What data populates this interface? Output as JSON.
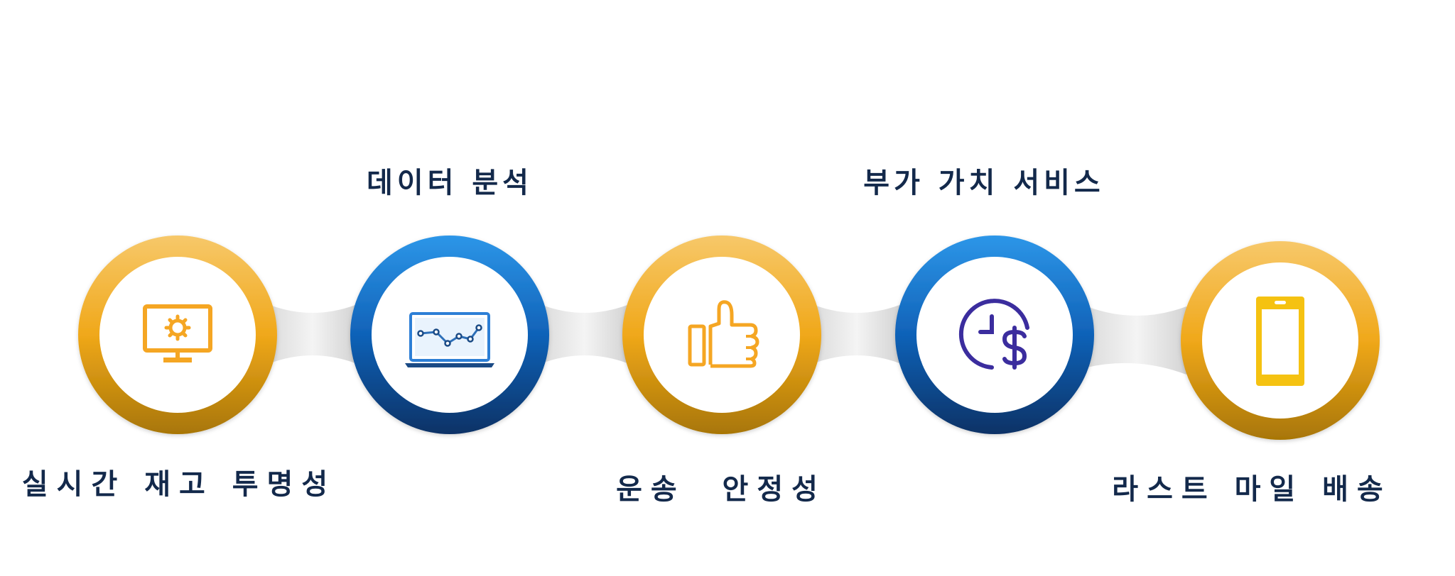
{
  "steps": [
    {
      "label": "실시간 재고 투명성",
      "icon": "monitor-gear-icon",
      "ring": "gold",
      "position": "bottom"
    },
    {
      "label": "데이터 분석",
      "icon": "laptop-chart-icon",
      "ring": "blue",
      "position": "top"
    },
    {
      "label": "운송  안정성",
      "icon": "thumbs-up-icon",
      "ring": "gold",
      "position": "bottom"
    },
    {
      "label": "부가 가치 서비스",
      "icon": "clock-dollar-icon",
      "ring": "blue",
      "position": "top"
    },
    {
      "label": "라스트 마일 배송",
      "icon": "smartphone-icon",
      "ring": "gold",
      "position": "bottom"
    }
  ],
  "colors": {
    "gold_light": "#f7c65a",
    "gold_mid": "#f0a81a",
    "gold_dark": "#a87606",
    "blue_light": "#2d96e8",
    "blue_mid": "#1062b8",
    "blue_dark": "#0b3266",
    "icon_gold": "#f5a623",
    "icon_blue": "#1a5fa8",
    "icon_purple": "#3b2d9e",
    "icon_yellow": "#f5c211",
    "label_text": "#13294b"
  }
}
